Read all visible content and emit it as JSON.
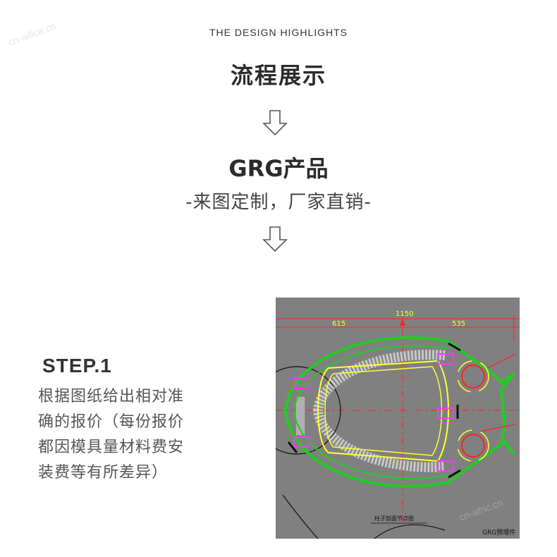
{
  "header": {
    "eyebrow": "THE DESIGN HIGHLIGHTS",
    "title": "流程展示"
  },
  "product": {
    "title": "GRG产品",
    "subtitle": "-来图定制，厂家直销-"
  },
  "step": {
    "label": "STEP.1",
    "description": "根据图纸给出相对准确的报价（每份报价都因模具量材料费安装费等有所差异）"
  },
  "drawing": {
    "dim_total": "1150",
    "dim_left": "615",
    "dim_right": "535",
    "caption": "柱子剖面节点图",
    "corner_label": "GRG预埋件"
  },
  "watermarks": {
    "top_left": "cn-aifica.cn",
    "bottom_right": "cn-afric.cn"
  },
  "colors": {
    "background": "#ffffff",
    "cad_background": "#808080",
    "cad_green": "#22cc22",
    "cad_yellow": "#ffff33",
    "cad_red": "#ff2222",
    "cad_magenta": "#ff33ff"
  },
  "icons": [
    "arrow-down-icon",
    "arrow-down-icon"
  ]
}
